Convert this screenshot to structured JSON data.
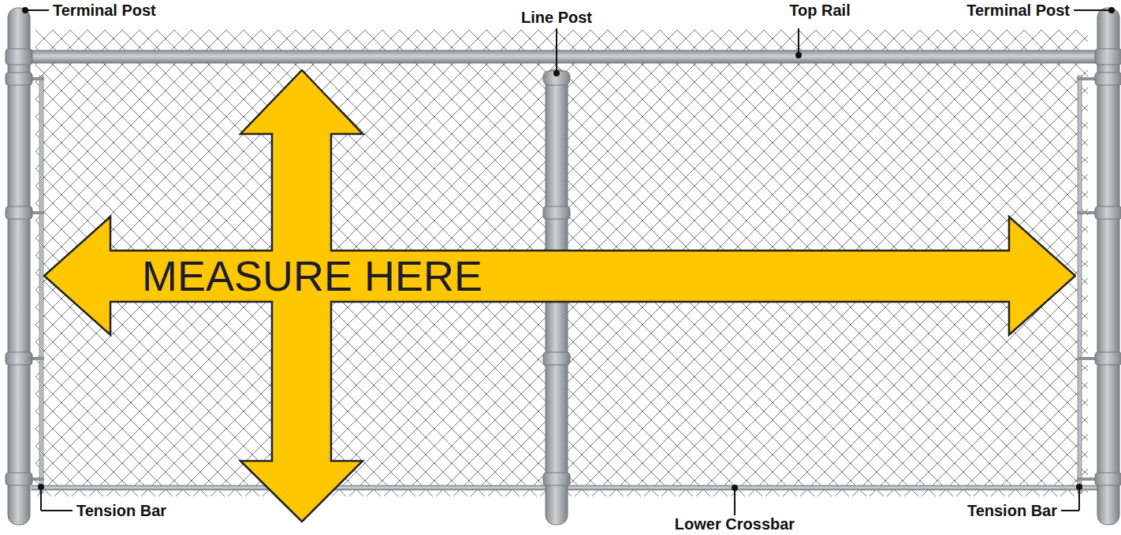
{
  "diagram": {
    "nodes": [
      {
        "text": [
          "MEASURE HERE"
        ]
      }
    ],
    "labels": [
      "Terminal Post",
      "Line Post",
      "Top Rail",
      "Terminal Post",
      "Tension Bar",
      "Lower Crossbar",
      "Tension Bar"
    ]
  }
}
